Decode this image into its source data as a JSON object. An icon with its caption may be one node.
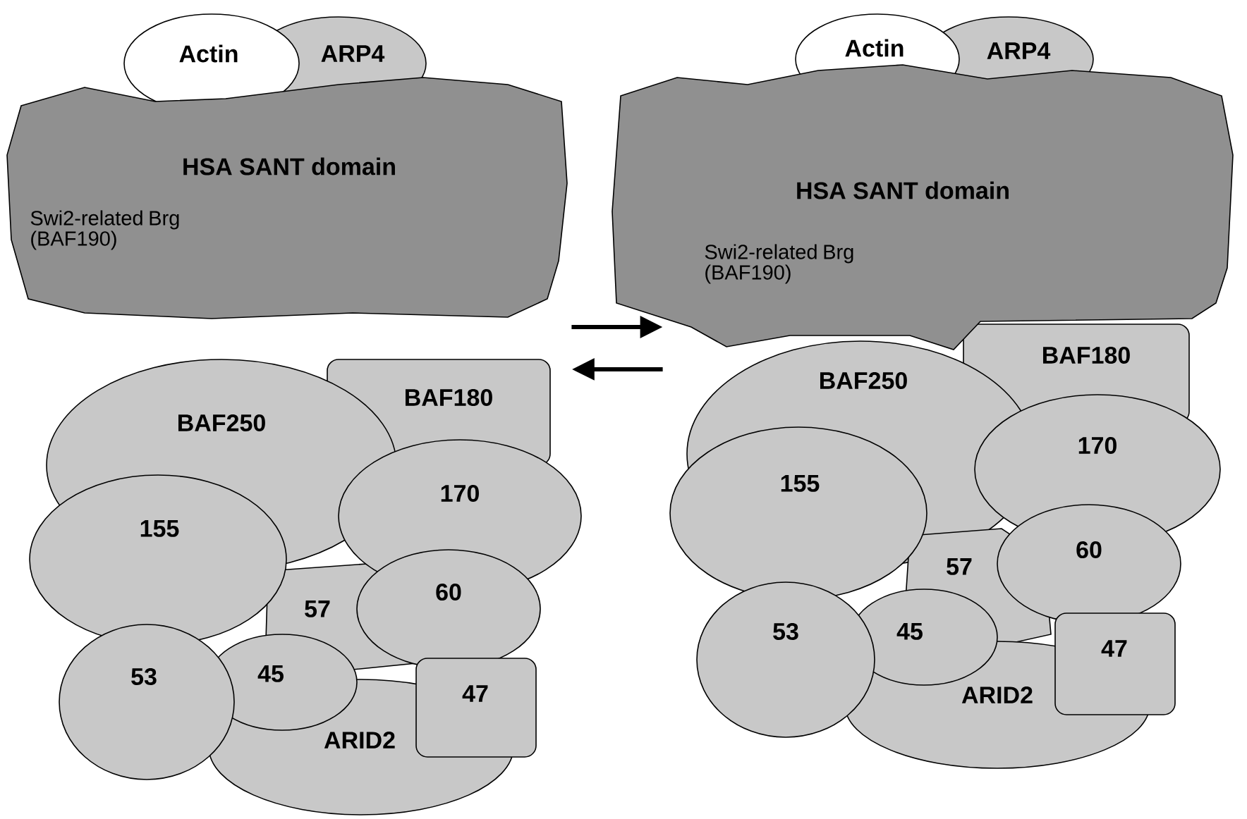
{
  "diagram": {
    "nodes": [
      {
        "text": [
          "Actin"
        ]
      },
      {
        "text": [
          "ARP4"
        ]
      },
      {
        "text": [
          "HSA SANT domain",
          "Swi2-related Brg (BAF190)"
        ]
      },
      {
        "text": [
          "BAF180"
        ]
      },
      {
        "text": [
          "BAF250"
        ]
      },
      {
        "text": [
          "170"
        ]
      },
      {
        "text": [
          "155"
        ]
      },
      {
        "text": [
          "57"
        ]
      },
      {
        "text": [
          "60"
        ]
      },
      {
        "text": [
          "53"
        ]
      },
      {
        "text": [
          "45"
        ]
      },
      {
        "text": [
          "47"
        ]
      },
      {
        "text": [
          "ARID2"
        ]
      },
      {
        "text": [
          "Actin"
        ]
      },
      {
        "text": [
          "ARP4"
        ]
      },
      {
        "text": [
          "HSA SANT domain",
          "Swi2-related Brg (BAF190)"
        ]
      },
      {
        "text": [
          "BAF180"
        ]
      },
      {
        "text": [
          "BAF250"
        ]
      },
      {
        "text": [
          "170"
        ]
      },
      {
        "text": [
          "155"
        ]
      },
      {
        "text": [
          "57"
        ]
      },
      {
        "text": [
          "60"
        ]
      },
      {
        "text": [
          "53"
        ]
      },
      {
        "text": [
          "45"
        ]
      },
      {
        "text": [
          "47"
        ]
      },
      {
        "text": [
          "ARID2"
        ]
      }
    ],
    "edges": [
      {
        "from": 2,
        "to": 15,
        "arrow": "to"
      },
      {
        "from": 15,
        "to": 3,
        "arrow": "to"
      }
    ]
  }
}
